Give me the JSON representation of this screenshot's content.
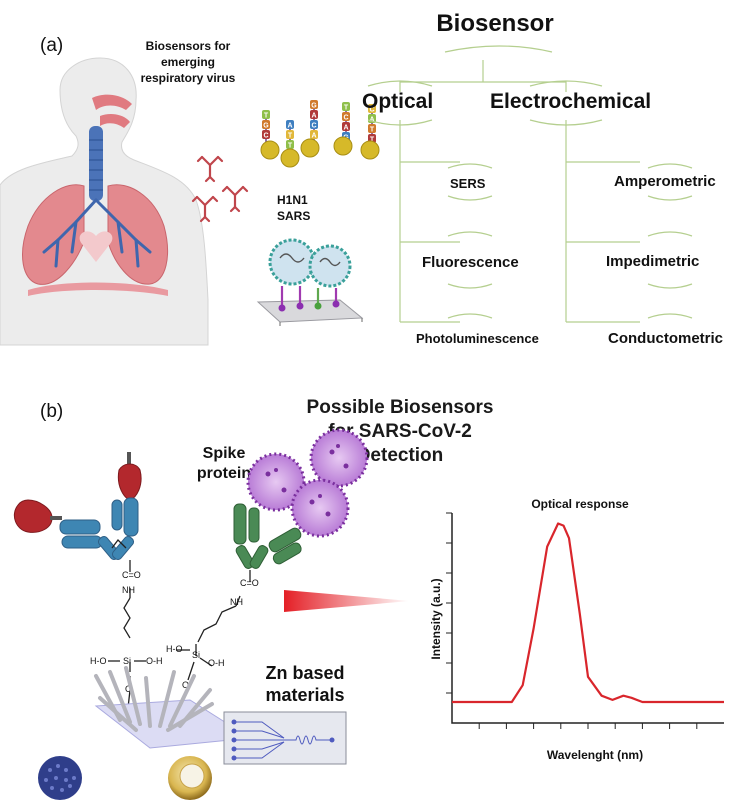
{
  "panel_a": {
    "label": "(a)",
    "caption_lines": [
      "Biosensors for",
      "emerging",
      "respiratory virus"
    ],
    "virus_labels": [
      "H1N1",
      "SARS"
    ],
    "dna_letters": [
      "T",
      "G",
      "C",
      "A",
      "T",
      "T",
      "G",
      "A",
      "C",
      "A",
      "T",
      "C",
      "A",
      "G",
      "C",
      "A",
      "T",
      "T"
    ]
  },
  "tree": {
    "root": "Biosensor",
    "branches": [
      {
        "label": "Optical",
        "children": [
          "SERS",
          "Fluorescence",
          "Photoluminescence"
        ]
      },
      {
        "label": "Electrochemical",
        "children": [
          "Amperometric",
          "Impedimetric",
          "Conductometric"
        ]
      }
    ]
  },
  "panel_b": {
    "label": "(b)",
    "title_lines": [
      "Possible Biosensors",
      "for SARS-CoV-2",
      "Detection"
    ],
    "spike_lines": [
      "Spike",
      "protein"
    ],
    "zn_lines": [
      "Zn based",
      "materials"
    ],
    "chem_left": {
      "co": "C=O",
      "nh": "NH",
      "h_o_left": "H-O",
      "si": "Si",
      "o_h_right": "O-H",
      "o_bottom": "O"
    },
    "chem_right": {
      "co": "C=O",
      "nh": "NH",
      "h_o_left": "H-O",
      "si": "Si",
      "o_h_right": "O-H",
      "o_bottom": "O"
    }
  },
  "chart_data": {
    "type": "line",
    "title": "Optical response",
    "xlabel": "Wavelenght (nm)",
    "ylabel": "Intensity (a.u.)",
    "xlim": [
      0,
      10
    ],
    "ylim": [
      0,
      10
    ],
    "grid": false,
    "series": [
      {
        "color": "#d9262c",
        "x": [
          0,
          2.2,
          2.6,
          3.0,
          3.5,
          3.9,
          4.1,
          4.3,
          4.7,
          5.0,
          5.5,
          5.9,
          6.3,
          6.6,
          7.0,
          7.6,
          8.5,
          10
        ],
        "y": [
          1.0,
          1.0,
          1.8,
          4.5,
          8.4,
          9.5,
          9.4,
          8.8,
          5.2,
          2.2,
          1.3,
          1.1,
          1.3,
          1.2,
          1.0,
          1.0,
          1.0,
          1.0
        ]
      }
    ]
  },
  "colors": {
    "tree_line": "#b5cf8f",
    "curve": "#d9262c",
    "antibody_blue": "#3e86b3",
    "antibody_green": "#4a8a55",
    "spike_red": "#b3282d",
    "virus_purple": "#8b3fb0",
    "lung_pink": "#e0868b",
    "skin": "#ededed"
  }
}
